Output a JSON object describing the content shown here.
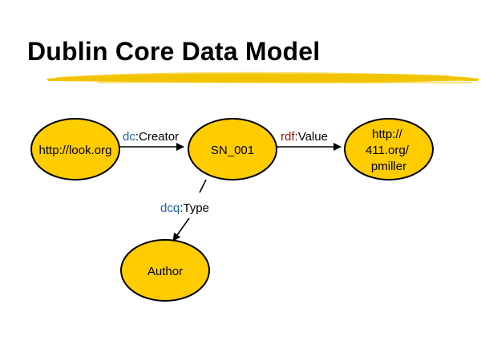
{
  "slide": {
    "title": "Dublin Core Data Model"
  },
  "colors": {
    "node_fill": "#FFCC00",
    "node_stroke": "#000000",
    "underline": "#F2C400",
    "prefix_blue": "#1F5FA8",
    "prefix_red": "#A01010"
  },
  "nodes": {
    "look": {
      "label": "http://look.org"
    },
    "sn": {
      "label": "SN_001"
    },
    "url": {
      "lines": [
        "http://",
        "411.org/",
        "pmiller"
      ]
    },
    "author": {
      "label": "Author"
    }
  },
  "edges": {
    "creator": {
      "prefix": "dc",
      "suffix": "Creator"
    },
    "value": {
      "prefix": "rdf",
      "suffix": "Value"
    },
    "type": {
      "prefix": "dcq",
      "suffix": "Type"
    }
  }
}
